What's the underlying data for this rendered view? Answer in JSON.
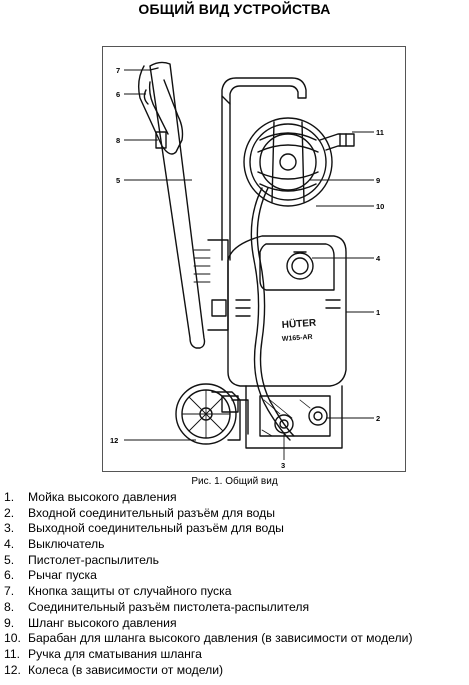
{
  "page": {
    "title": "ОБЩИЙ ВИД УСТРОЙСТВА",
    "caption": "Рис. 1. Общий вид"
  },
  "figure": {
    "brand_text": "HÜTER",
    "model_text": "W165-AR",
    "callouts": [
      "1",
      "2",
      "3",
      "4",
      "5",
      "6",
      "7",
      "8",
      "9",
      "10",
      "11",
      "12"
    ]
  },
  "parts": [
    {
      "num": "1.",
      "text": "Мойка высокого давления"
    },
    {
      "num": "2.",
      "text": "Входной соединительный разъём для воды"
    },
    {
      "num": "3.",
      "text": "Выходной соединительный разъём для воды"
    },
    {
      "num": "4.",
      "text": "Выключатель"
    },
    {
      "num": "5.",
      "text": "Пистолет-распылитель"
    },
    {
      "num": "6.",
      "text": "Рычаг пуска"
    },
    {
      "num": "7.",
      "text": "Кнопка защиты от случайного пуска"
    },
    {
      "num": "8.",
      "text": "Соединительный разъём пистолета-распылителя"
    },
    {
      "num": "9.",
      "text": "Шланг высокого давления"
    },
    {
      "num": "10.",
      "text": "Барабан для шланга высокого давления (в зависимости от модели)"
    },
    {
      "num": "11.",
      "text": "Ручка для сматывания шланга"
    },
    {
      "num": "12.",
      "text": "Колеса (в зависимости от модели)"
    }
  ]
}
